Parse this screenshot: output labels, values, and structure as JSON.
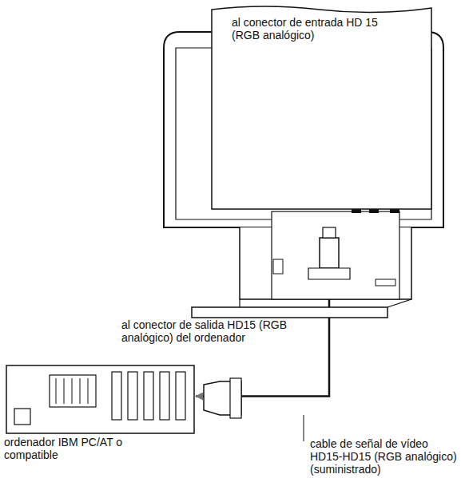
{
  "diagram": {
    "nodes": [
      {
        "text": [
          "al conector de entrada HD 15 (RGB analógico)"
        ]
      },
      {
        "text": [
          "ordenador IBM PC/AT o compatible"
        ]
      }
    ],
    "edges": [
      {
        "from": 1,
        "to": 0,
        "arrow": "both"
      }
    ],
    "labels": [
      "al conector de salida HD15 (RGB analógico) del ordenador",
      "cable de señal de vídeo HD15-HD15 (RGB analógico) (suministrado)"
    ]
  }
}
